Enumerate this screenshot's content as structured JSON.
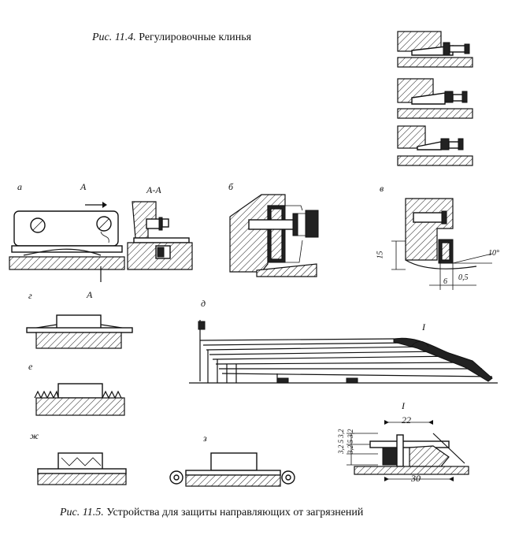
{
  "captions": {
    "fig_11_4_number": "Рис. 11.4.",
    "fig_11_4_title": "Регулировочные клинья",
    "fig_11_5_number": "Рис. 11.5.",
    "fig_11_5_title": "Устройства для защиты направляющих от загрязнений"
  },
  "labels": {
    "a": "а",
    "section_arrow": "А",
    "section": "А-А",
    "b": "б",
    "v": "в",
    "g": "г",
    "d": "д",
    "e": "е",
    "zh": "ж",
    "z": "з",
    "detail_mark": "I",
    "detail_title": "I"
  },
  "dimensions": {
    "v_height": "15",
    "v_width": "6",
    "v_gap": "0,5",
    "v_angle": "10°",
    "detail_top": "22",
    "detail_bottom": "30",
    "detail_vert": "3,2 5 3,2",
    "detail_vert2": "3,2 5 3,2"
  }
}
